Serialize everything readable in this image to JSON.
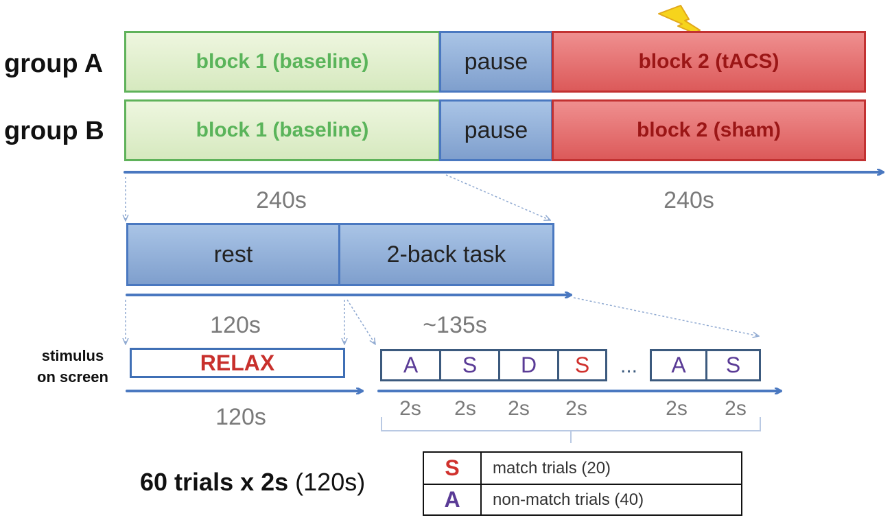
{
  "groups": [
    {
      "label": "group A",
      "block1": "block 1 (baseline)",
      "pause": "pause",
      "block2": "block 2 (tACS)"
    },
    {
      "label": "group B",
      "block1": "block 1 (baseline)",
      "pause": "pause",
      "block2": "block 2 (sham)"
    }
  ],
  "durations": {
    "block1": "240s",
    "block2": "240s",
    "rest": "120s",
    "task": "~135s",
    "relax": "120s"
  },
  "block_detail": {
    "rest": "rest",
    "task": "2-back task"
  },
  "stimulus": {
    "label_line1": "stimulus",
    "label_line2": "on screen",
    "relax": "RELAX"
  },
  "trials": {
    "letters": [
      "A",
      "S",
      "D",
      "S",
      "A",
      "S"
    ],
    "ellipsis": "...",
    "durations": [
      "2s",
      "2s",
      "2s",
      "2s",
      "2s",
      "2s"
    ]
  },
  "summary": {
    "bold": "60 trials x 2s",
    "normal": "(120s)"
  },
  "legend": [
    {
      "letter": "S",
      "text": "match trials (20)"
    },
    {
      "letter": "A",
      "text": "non-match trials (40)"
    }
  ],
  "colors": {
    "green": "#5ab45a",
    "blue": "#4a78c0",
    "red": "#c23232",
    "match_letter": "#d0312d",
    "nonmatch_letter": "#5a3b96",
    "arrow": "#4a78c0"
  },
  "icons": {
    "stimulation": "lightning-bolt-icon"
  }
}
